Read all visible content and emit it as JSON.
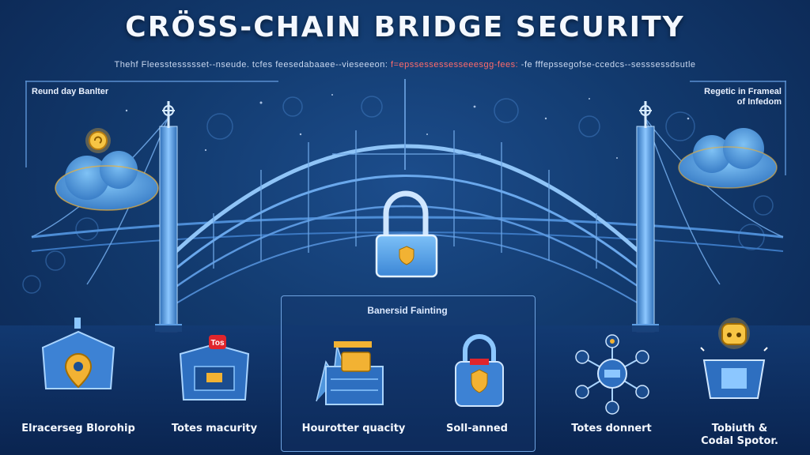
{
  "header": {
    "title": "CRÖSS-CHAIN BRIDGE SECURITY",
    "subtitle_parts": [
      "Thehf Fleesstessssset--nseude. tcfes feesedabaaee--vieseeeon: ",
      "f=epssessessesseeesgg-fees:",
      " -fe fffepssegofse-ccedcs--sesssessdsutle"
    ]
  },
  "labels": {
    "top_left": "Reund day Banlter",
    "top_right_line1": "Regetic in Frameal",
    "top_right_line2": "of Infedom",
    "center_box": "Banersid Fainting"
  },
  "features": [
    {
      "id": "f1",
      "label": "Elracerseg Blorohip"
    },
    {
      "id": "f2",
      "label": "Totes macurity",
      "badge": "Tos"
    },
    {
      "id": "f3",
      "label": "Hourotter quacity"
    },
    {
      "id": "f4",
      "label": "Soll-anned"
    },
    {
      "id": "f5",
      "label": "Totes donnert"
    },
    {
      "id": "f6",
      "label_line1": "Tobiuth &",
      "label_line2": "Codal Spotor."
    }
  ],
  "colors": {
    "background": "#123a6e",
    "accent_gold": "#f2b233",
    "accent_blue": "#4fa3e8",
    "badge_red": "#e0252c",
    "line": "#5a8fd0"
  },
  "icons": [
    "padlock-icon",
    "cloud-icon",
    "gold-coin-icon",
    "shield-icon",
    "server-icon",
    "database-icon",
    "network-node-icon",
    "robot-icon"
  ]
}
